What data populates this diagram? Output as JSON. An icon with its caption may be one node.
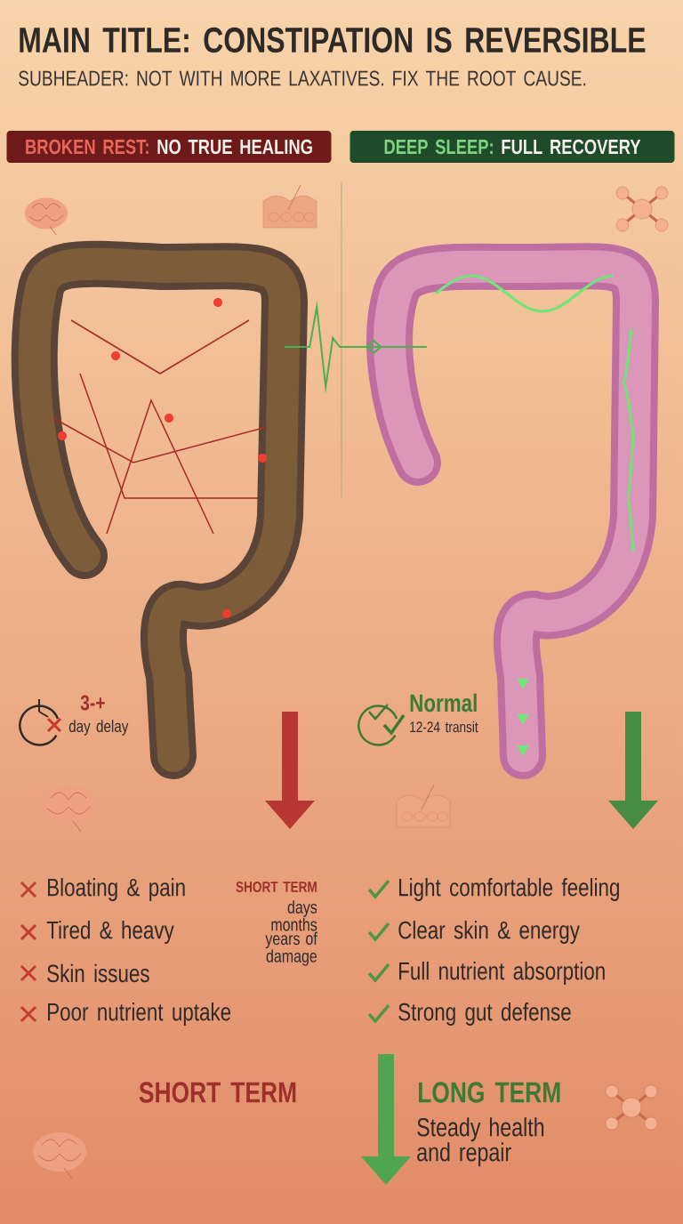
{
  "diagram": {
    "title": "MAIN TITLE: CONSTIPATION IS REVERSIBLE",
    "nodes": [
      {
        "text": [
          "BROKEN REST:",
          "NO TRUE HEALING"
        ]
      },
      {
        "text": [
          "DEEP SLEEP:",
          "FULL RECOVERY"
        ]
      },
      {
        "text": [],
        "shape": "picture"
      },
      {
        "text": [],
        "shape": "picture"
      }
    ],
    "edges": [
      {
        "from": 2,
        "to": 3,
        "arrow": "none",
        "color": "#4caf50"
      }
    ],
    "labels": [
      "SUBHEADER: NOT WITH MORE LAXATIVES. FIX THE ROOT CAUSE.",
      "3-+",
      "day delay",
      "Normal",
      "12-24 transit",
      "Bloating & pain",
      "SHORT TERM",
      "days months years of damage",
      "Tired & heavy",
      "Skin issues",
      "Poor nutrient uptake",
      "Light comfortable feeling",
      "Clear skin & energy",
      "Full nutrient absorption",
      "Strong gut defense",
      "SHORT TERM",
      "LONG TERM",
      "Steady health and repair"
    ]
  }
}
